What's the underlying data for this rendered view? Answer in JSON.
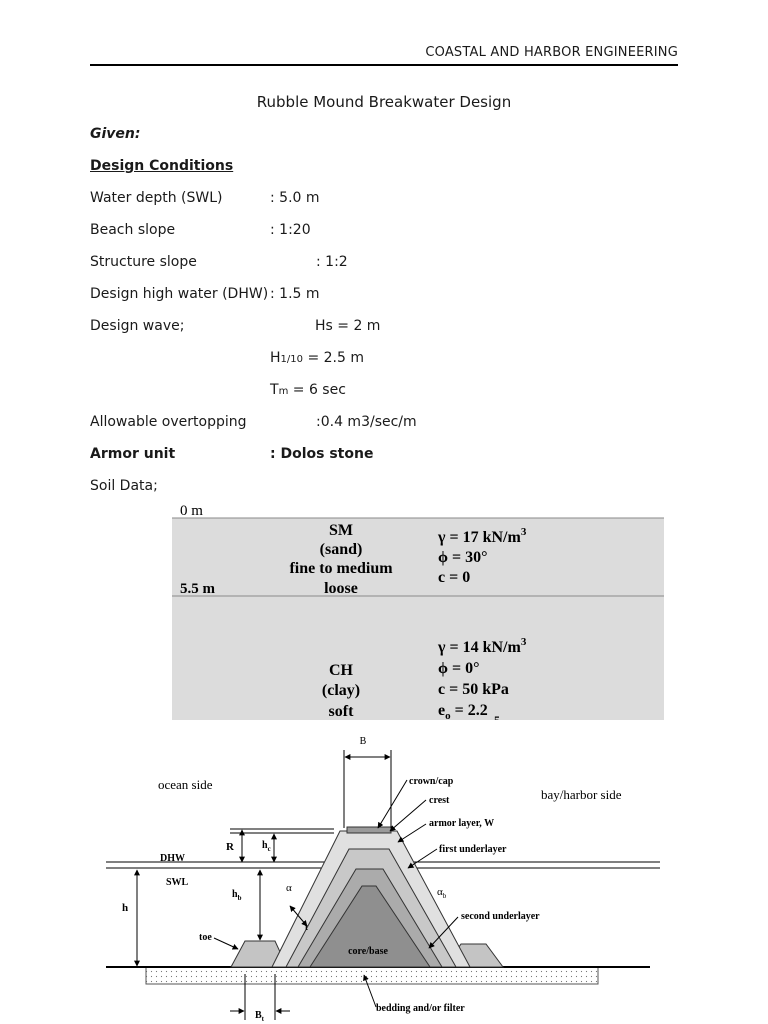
{
  "header": {
    "text": "COASTAL AND HARBOR ENGINEERING"
  },
  "title": "Rubble Mound Breakwater Design",
  "given_label": "Given:",
  "design_conditions_label": "Design Conditions",
  "conditions": [
    {
      "label": "Water depth (SWL)",
      "value": ": 5.0 m"
    },
    {
      "label": "Beach slope",
      "value": ": 1:20"
    },
    {
      "label": "Structure slope",
      "value": ": 1:2"
    },
    {
      "label": "Design high water (DHW)",
      "value": ": 1.5 m"
    },
    {
      "label": "Design wave;",
      "value": "Hs = 2 m"
    }
  ],
  "wave_h110": {
    "base": "H",
    "sub": "1/10",
    "rest": " = 2.5 m"
  },
  "wave_tm": {
    "base": "T",
    "sub": "m",
    "rest": " = 6 sec"
  },
  "overtopping": {
    "label": "Allowable overtopping",
    "value": ":0.4 m3/sec/m"
  },
  "armor": {
    "label": "Armor unit",
    "value": ": Dolos stone"
  },
  "soil_data_label": "Soil Data;",
  "soil_table": {
    "top_depth": "0 m",
    "layer1_depth": "5.5 m",
    "layer1": {
      "name": [
        "SM",
        "(sand)",
        "fine to medium",
        "loose"
      ],
      "gamma": "γ = 17 kN/m",
      "phi": "ϕ = 30°",
      "c": "c = 0"
    },
    "layer2": {
      "name": [
        "CH",
        "(clay)",
        "soft"
      ],
      "gamma": "γ = 14 kN/m",
      "phi": "ϕ = 0°",
      "c": "c = 50 kPa",
      "e": "e",
      "e_sub": "o",
      "e_rest": " = 2.2",
      "frag": "5"
    },
    "cube": "3",
    "colors": {
      "fill": "#dcdcdc",
      "line": "#8a8a8a"
    }
  },
  "diagram": {
    "labels": {
      "B": "B",
      "ocean_side": "ocean side",
      "bay_side": "bay/harbor side",
      "crown": "crown/cap",
      "crest": "crest",
      "armor_layer": "armor layer, W",
      "first_underlayer": "first underlayer",
      "second_underlayer": "second underlayer",
      "DHW": "DHW",
      "SWL": "SWL",
      "R": "R",
      "hc": "h",
      "hc_sub": "c",
      "h": "h",
      "hb": "h",
      "hb_sub": "b",
      "alpha": "α",
      "alpha_b": "α",
      "alpha_b_sub": "b",
      "t": "t",
      "toe": "toe",
      "core": "core/base",
      "Bt": "B",
      "Bt_sub": "t",
      "bedding": "bedding and/or filter"
    }
  }
}
